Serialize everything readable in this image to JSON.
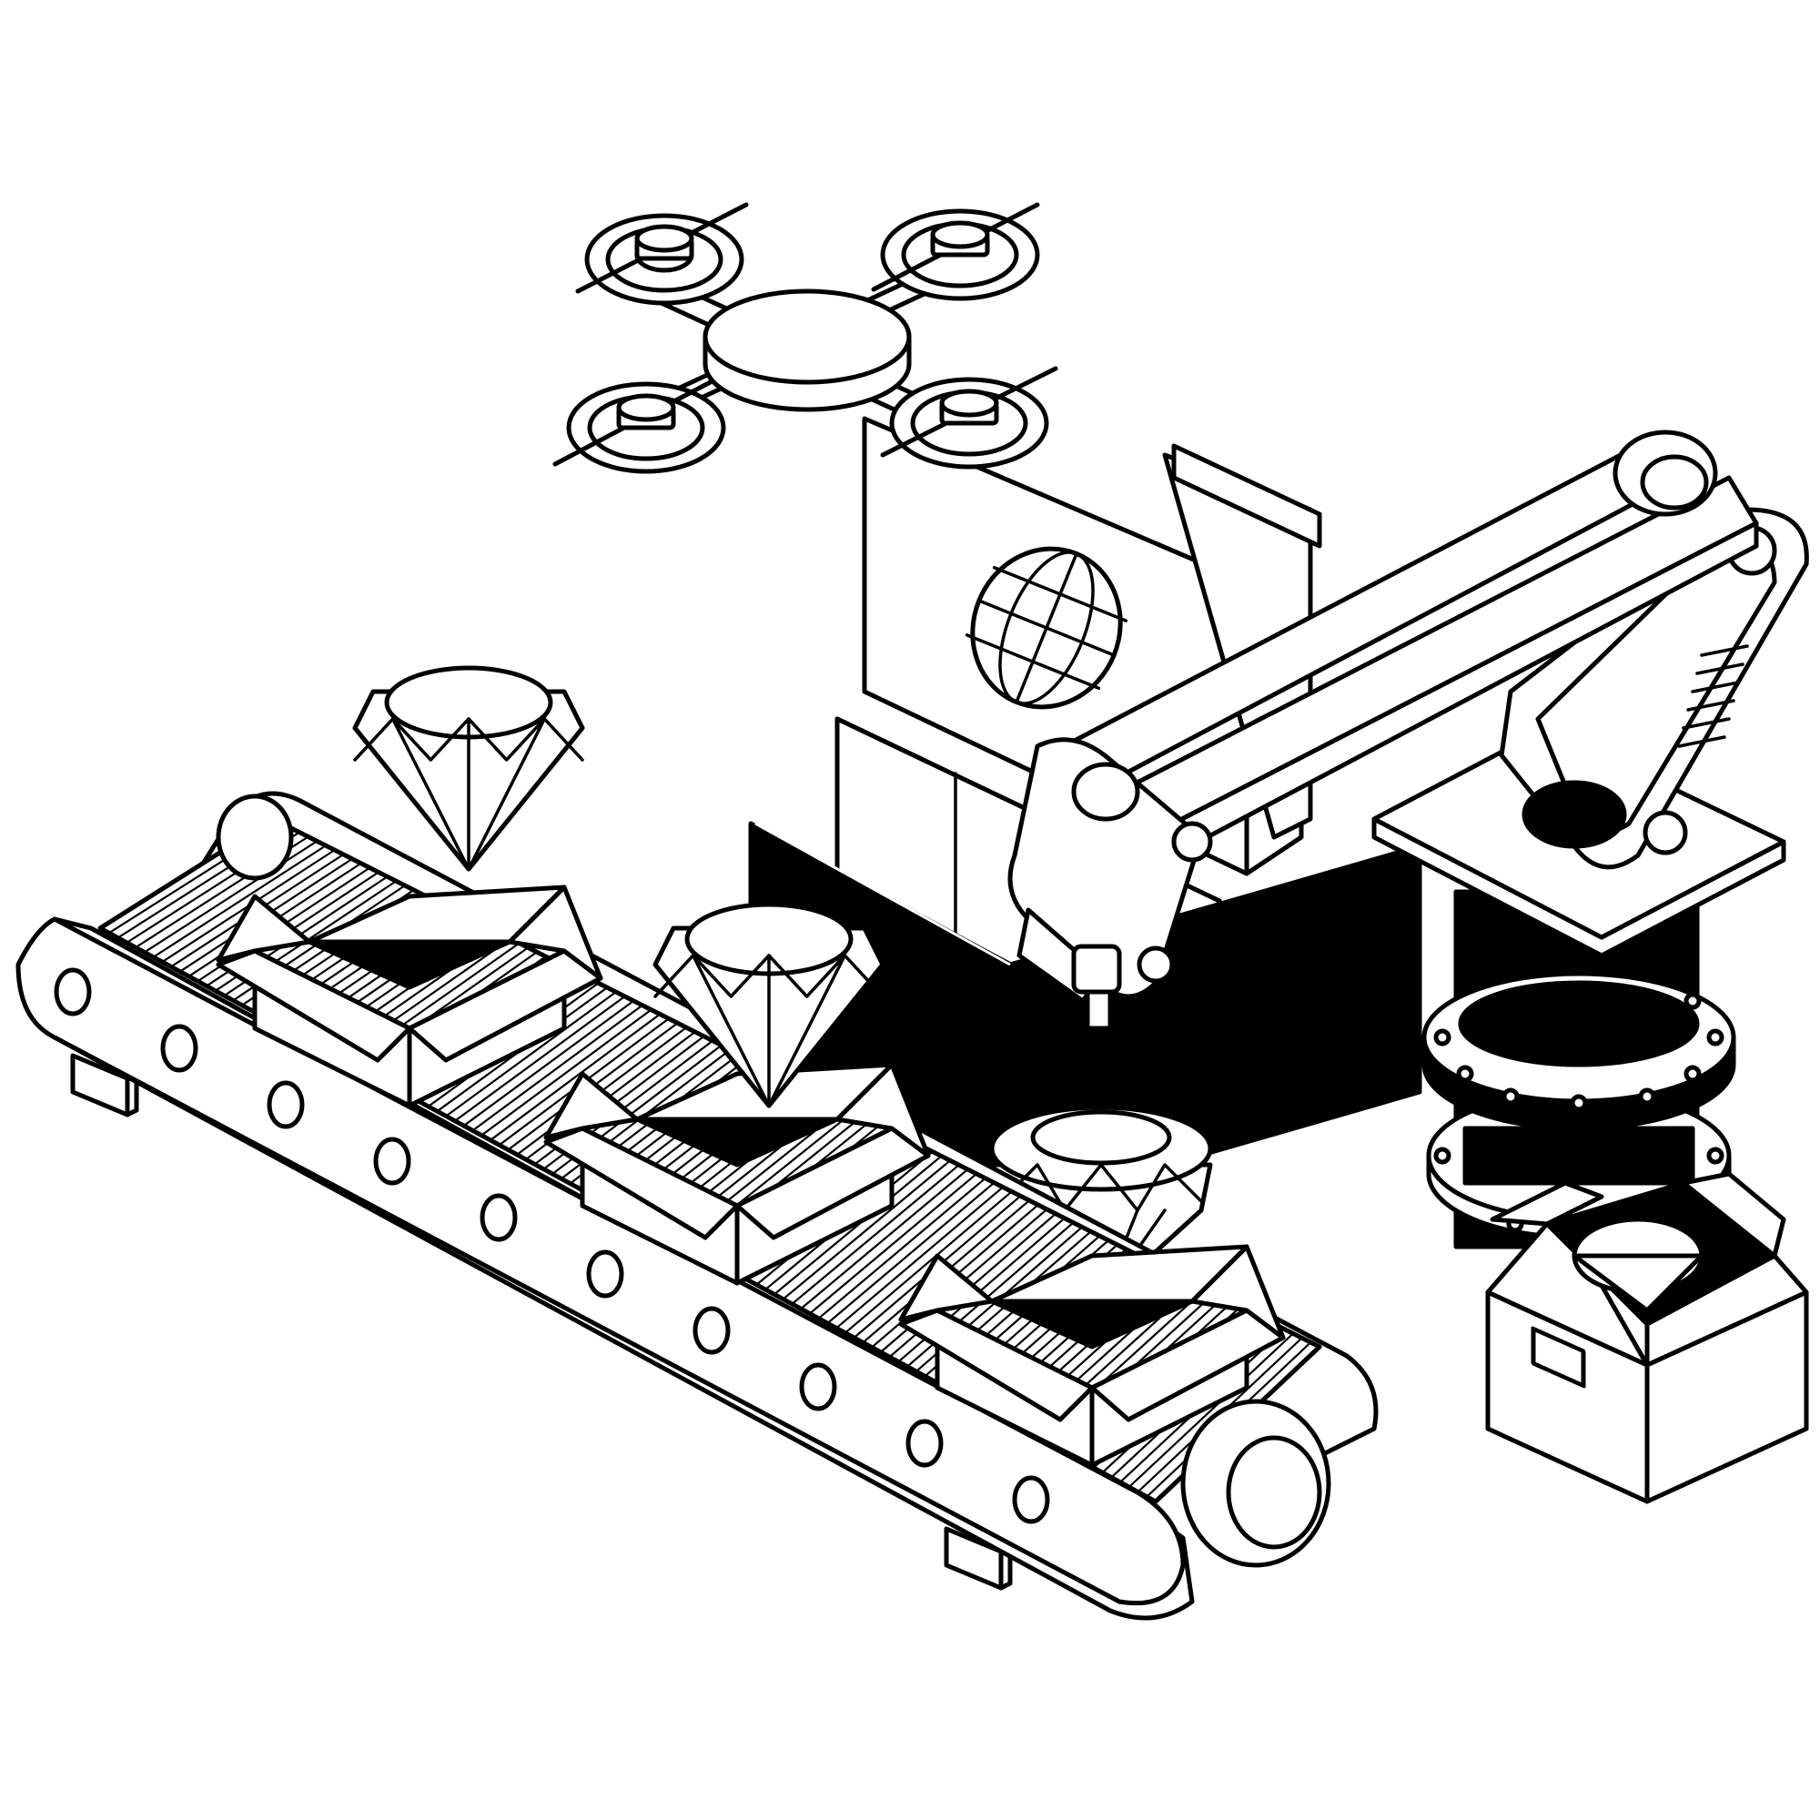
{
  "illustration": {
    "style": "black-and-white isometric line art",
    "ink_color": "#000000",
    "paper_color": "#ffffff",
    "objects": [
      "quadcopter-drone",
      "globe-emblem",
      "machine-housing",
      "conveyor-belt",
      "gift-box",
      "diamond",
      "robotic-arm",
      "gripper-claw",
      "flanged-pillar",
      "shipping-box"
    ],
    "counts": {
      "diamonds_on_belt": 3,
      "open_boxes_on_belt": 3,
      "drone_rotors": 4,
      "belt_side_holes": 10
    }
  }
}
